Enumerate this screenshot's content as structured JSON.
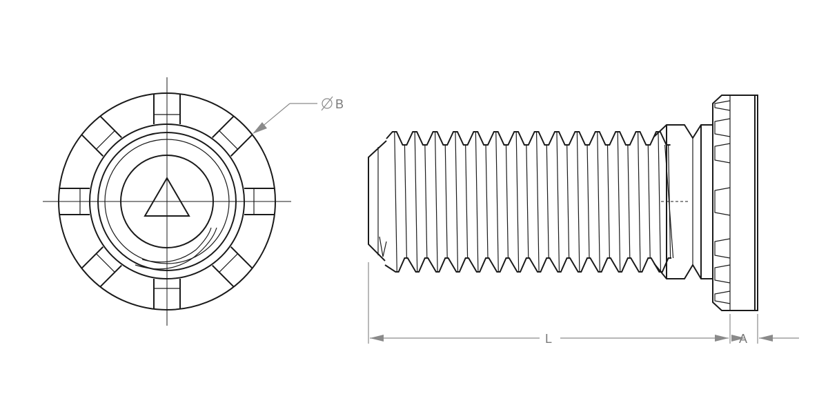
{
  "drawing": {
    "views": [
      "end-view",
      "side-view"
    ],
    "head_slots": 8,
    "thread_crests": 14
  },
  "dimensions": {
    "diameter_label": "B",
    "length_label": "L",
    "head_label": "A"
  },
  "colors": {
    "line": "#1a1a1a",
    "dimension": "#8a8a8a",
    "background": "#ffffff"
  }
}
